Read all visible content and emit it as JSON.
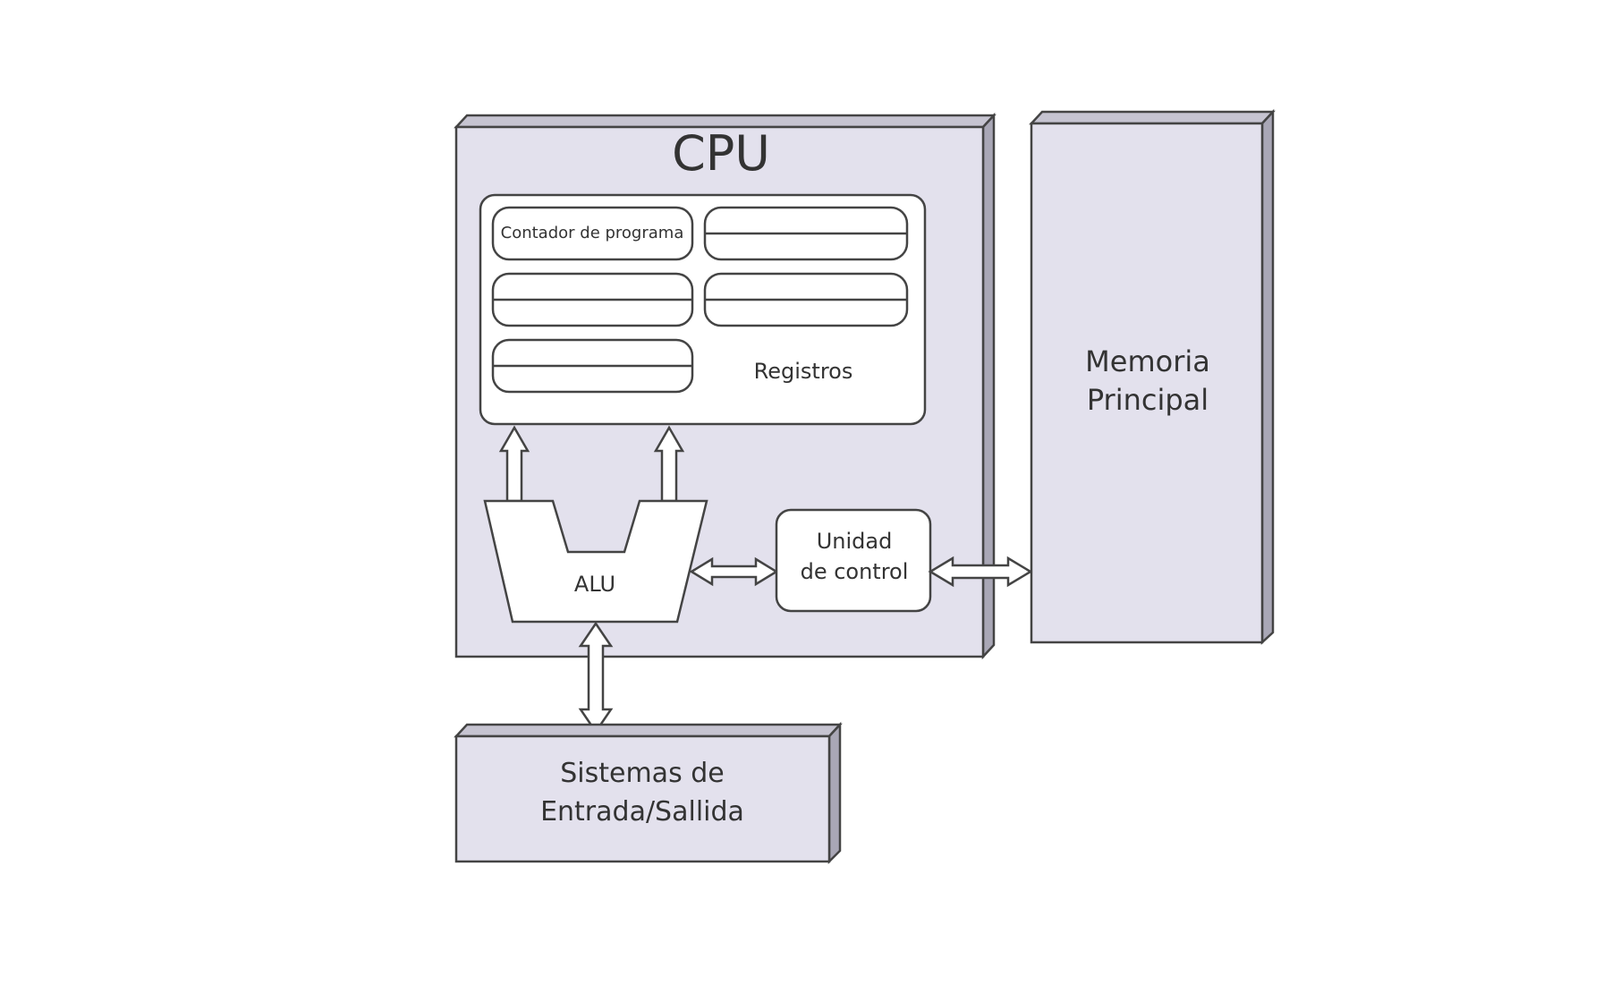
{
  "cpu": {
    "title": "CPU",
    "registers": {
      "label": "Registros",
      "program_counter": "Contador de programa"
    },
    "alu": "ALU",
    "control_unit": [
      "Unidad",
      "de control"
    ]
  },
  "memory": [
    "Memoria",
    "Principal"
  ],
  "io": [
    "Sistemas de",
    "Entrada/Sallida"
  ]
}
